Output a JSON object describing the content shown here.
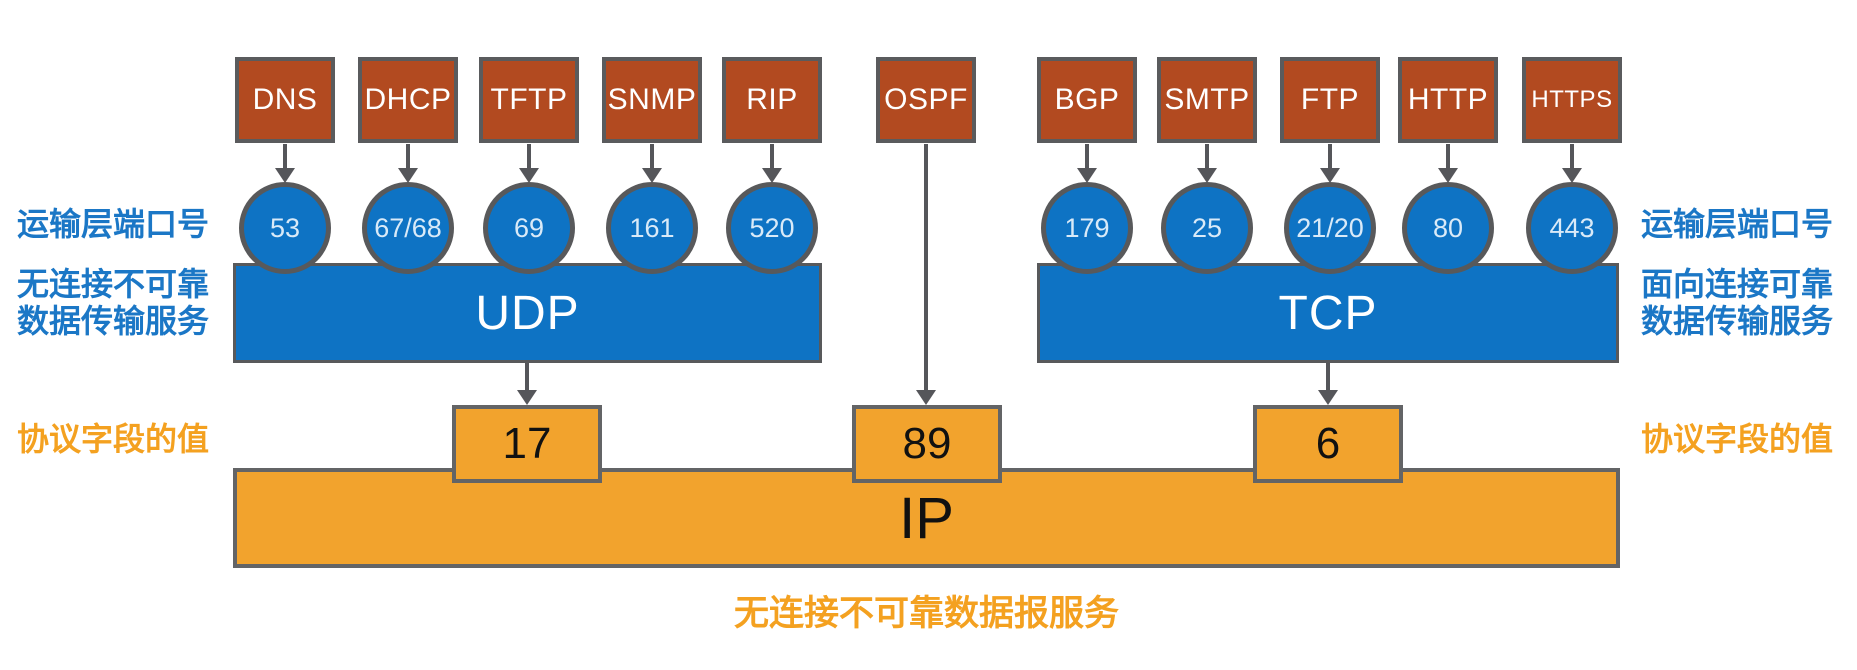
{
  "labels": {
    "transport_port_left": "运输层端口号",
    "transport_port_right": "运输层端口号",
    "udp_service_line1": "无连接不可靠",
    "udp_service_line2": "数据传输服务",
    "tcp_service_line1": "面向连接可靠",
    "tcp_service_line2": "数据传输服务",
    "protocol_field_left": "协议字段的值",
    "protocol_field_right": "协议字段的值",
    "ip_service": "无连接不可靠数据报服务"
  },
  "layers": {
    "udp": {
      "label": "UDP",
      "protocol_field_value": "17"
    },
    "tcp": {
      "label": "TCP",
      "protocol_field_value": "6"
    },
    "ospf": {
      "protocol_field_value": "89"
    },
    "ip": {
      "label": "IP"
    }
  },
  "protocols": [
    {
      "name": "DNS",
      "port": "53",
      "transport": "udp"
    },
    {
      "name": "DHCP",
      "port": "67/68",
      "transport": "udp"
    },
    {
      "name": "TFTP",
      "port": "69",
      "transport": "udp"
    },
    {
      "name": "SNMP",
      "port": "161",
      "transport": "udp"
    },
    {
      "name": "RIP",
      "port": "520",
      "transport": "udp"
    },
    {
      "name": "OSPF",
      "port": "",
      "transport": "ip-direct"
    },
    {
      "name": "BGP",
      "port": "179",
      "transport": "tcp"
    },
    {
      "name": "SMTP",
      "port": "25",
      "transport": "tcp"
    },
    {
      "name": "FTP",
      "port": "21/20",
      "transport": "tcp"
    },
    {
      "name": "HTTP",
      "port": "80",
      "transport": "tcp"
    },
    {
      "name": "HTTPS",
      "port": "443",
      "transport": "tcp"
    }
  ],
  "colors": {
    "application_box": "#b24a20",
    "port_circle": "#0e73c4",
    "transport_bar": "#0e73c4",
    "network_bar": "#f2a32d",
    "value_box": "#f2a32d",
    "border_gray": "#58595b",
    "blue_text": "#1b77c6",
    "orange_text": "#f4a120"
  }
}
